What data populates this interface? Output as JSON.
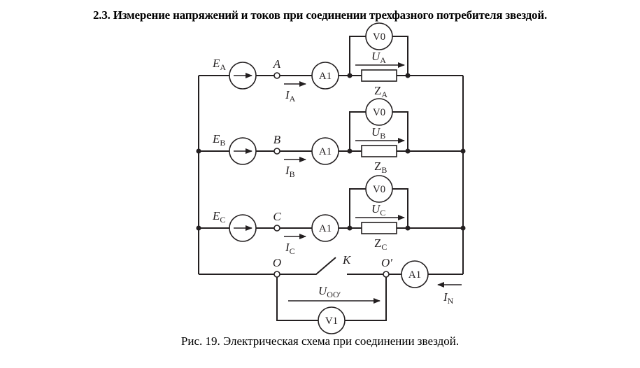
{
  "title": "2.3. Измерение напряжений и токов при соединении трехфазного потребителя звездой.",
  "caption": "Рис. 19. Электрическая схема при соединении звездой.",
  "phases": [
    {
      "emf": "E",
      "emf_sub": "A",
      "terminal": "A",
      "current": "I",
      "current_sub": "A",
      "ammeter": "A1",
      "voltmeter": "V0",
      "voltage": "U",
      "voltage_sub": "A",
      "load": "Z",
      "load_sub": "A"
    },
    {
      "emf": "E",
      "emf_sub": "B",
      "terminal": "B",
      "current": "I",
      "current_sub": "B",
      "ammeter": "A1",
      "voltmeter": "V0",
      "voltage": "U",
      "voltage_sub": "B",
      "load": "Z",
      "load_sub": "B"
    },
    {
      "emf": "E",
      "emf_sub": "C",
      "terminal": "C",
      "current": "I",
      "current_sub": "C",
      "ammeter": "A1",
      "voltmeter": "V0",
      "voltage": "U",
      "voltage_sub": "C",
      "load": "Z",
      "load_sub": "C"
    }
  ],
  "neutral": {
    "node_o": "O",
    "node_o_prime": "O′",
    "switch": "K",
    "ammeter": "A1",
    "current": "I",
    "current_sub": "N",
    "voltmeter": "V1",
    "voltage": "U",
    "voltage_sub": "OO′"
  }
}
